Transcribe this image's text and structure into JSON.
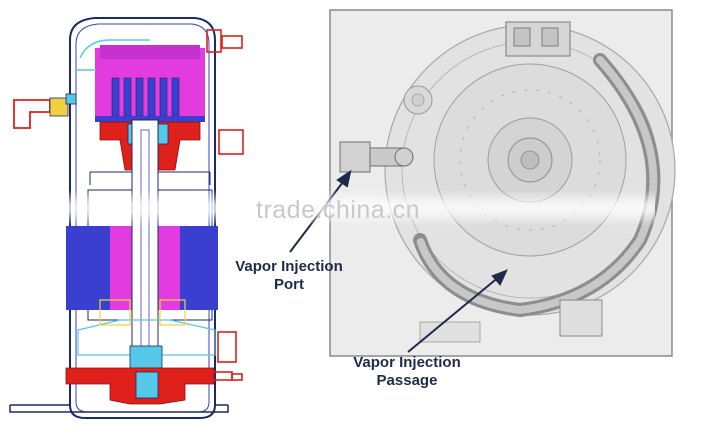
{
  "labels": {
    "vapor_injection_port": [
      "Vapor Injection",
      "Port"
    ],
    "vapor_injection_passage": [
      "Vapor Injection",
      "Passage"
    ]
  },
  "watermark": "trade.china.cn",
  "colors": {
    "magenta": "#e23ce0",
    "blue": "#3a3fd0",
    "red": "#e0201a",
    "cyan": "#55c8e8",
    "yellow": "#f0d040",
    "outline": "#1a2a6a",
    "arrow": "#1f2a4a",
    "photo_bg": "#e8e8e8"
  }
}
